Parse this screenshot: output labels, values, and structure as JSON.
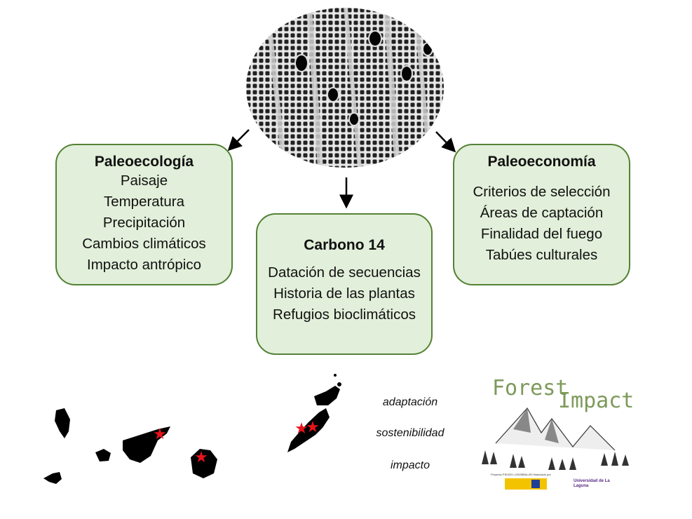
{
  "boxes": {
    "paleoecologia": {
      "title": "Paleoecología",
      "items": [
        "Paisaje",
        "Temperatura",
        "Precipitación",
        "Cambios climáticos",
        "Impacto antrópico"
      ]
    },
    "carbono": {
      "title": "Carbono 14",
      "items": [
        "Datación de secuencias",
        "Historia de las plantas",
        "Refugios bioclimáticos"
      ]
    },
    "paleoeconomia": {
      "title": "Paleoeconomía",
      "items": [
        "Criterios de selección",
        "Áreas de captación",
        "Finalidad del fuego",
        "Tabúes culturales"
      ]
    }
  },
  "keywords": [
    "adaptación",
    "sostenibilidad",
    "impacto"
  ],
  "logo": {
    "title_1": "Forest",
    "title_2": "Impact",
    "funding": "Proyecto PID2021-125055NA-I00 financiado por",
    "university": "Universidad de La Laguna"
  },
  "colors": {
    "box_fill": "#e2efda",
    "box_border": "#548235",
    "marker": "#e8131a",
    "logo_green": "#7d9a5a",
    "ull_purple": "#5b2a86"
  }
}
